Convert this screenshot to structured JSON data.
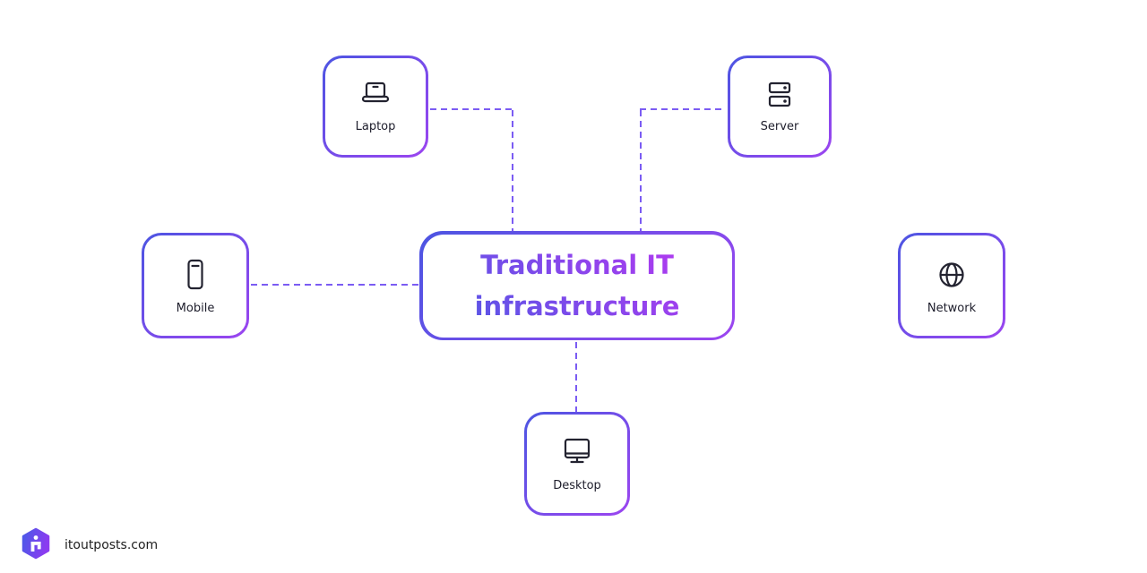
{
  "diagram": {
    "center": {
      "title": "Traditional IT infrastructure"
    },
    "nodes": [
      {
        "id": "laptop",
        "label": "Laptop",
        "icon": "laptop-icon"
      },
      {
        "id": "server",
        "label": "Server",
        "icon": "server-icon"
      },
      {
        "id": "mobile",
        "label": "Mobile",
        "icon": "mobile-icon"
      },
      {
        "id": "network",
        "label": "Network",
        "icon": "globe-icon"
      },
      {
        "id": "desktop",
        "label": "Desktop",
        "icon": "monitor-icon"
      }
    ],
    "connectors": [
      {
        "from": "laptop",
        "to": "center",
        "style": "dashed"
      },
      {
        "from": "server",
        "to": "center",
        "style": "dashed"
      },
      {
        "from": "mobile",
        "to": "center",
        "style": "dashed"
      },
      {
        "from": "center",
        "to": "desktop",
        "style": "dashed"
      }
    ]
  },
  "footer": {
    "brand": "itoutposts.com",
    "logo_icon": "itoutposts-hexagon-logo"
  },
  "colors": {
    "card_border_gradient_start": "#4c55e2",
    "card_border_gradient_end": "#9c45f0",
    "title_gradient_start": "#5a55e6",
    "title_gradient_end": "#b03af0",
    "connector": "#7b5cf3",
    "icon_stroke": "#232330",
    "label_text": "#1d1d2b",
    "background": "#ffffff"
  }
}
